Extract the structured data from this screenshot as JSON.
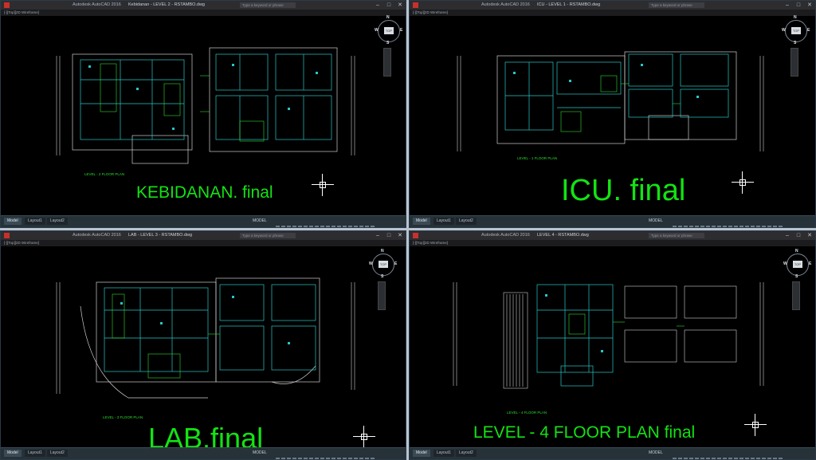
{
  "panels": [
    {
      "id": "kebidanan",
      "app_title": "Autodesk AutoCAD 2016",
      "file_title": "Kebidanan - LEVEL 2 - RSTAMBO.dwg",
      "search_placeholder": "Type a keyword or phrase",
      "view_label": "[-][Top][2D Wireframe]",
      "plan_label": "LEVEL - 2 FLOOR PLAN",
      "overlay_text": "KEBIDANAN. final",
      "tabs": [
        "Model",
        "Layout1",
        "Layout2"
      ],
      "coord_text": "MODEL"
    },
    {
      "id": "icu",
      "app_title": "Autodesk AutoCAD 2016",
      "file_title": "ICU - LEVEL 1 - RSTAMBO.dwg",
      "search_placeholder": "Type a keyword or phrase",
      "view_label": "[-][Top][2D Wireframe]",
      "plan_label": "LEVEL - 1 FLOOR PLAN",
      "overlay_text": "ICU. final",
      "tabs": [
        "Model",
        "Layout1",
        "Layout2"
      ],
      "coord_text": "MODEL"
    },
    {
      "id": "lab",
      "app_title": "Autodesk AutoCAD 2016",
      "file_title": "LAB - LEVEL 3 - RSTAMBO.dwg",
      "search_placeholder": "Type a keyword or phrase",
      "view_label": "[-][Top][2D Wireframe]",
      "plan_label": "LEVEL - 3 FLOOR PLAN",
      "overlay_text": "LAB.final",
      "tabs": [
        "Model",
        "Layout1",
        "Layout2"
      ],
      "coord_text": "MODEL"
    },
    {
      "id": "level4",
      "app_title": "Autodesk AutoCAD 2016",
      "file_title": "LEVEL 4 - RSTAMBO.dwg",
      "search_placeholder": "Type a keyword or phrase",
      "view_label": "[-][Top][2D Wireframe]",
      "plan_label": "LEVEL - 4 FLOOR PLAN",
      "overlay_text": "LEVEL - 4 FLOOR PLAN final",
      "tabs": [
        "Model",
        "Layout1",
        "Layout2"
      ],
      "coord_text": "MODEL"
    }
  ],
  "viewcube": {
    "top": "TOP",
    "n": "N",
    "s": "S",
    "e": "E",
    "w": "W"
  },
  "colors": {
    "overlay": "#13e313",
    "plan": "#2fdc2f",
    "cyan": "#29c6c6",
    "background": "#000000"
  }
}
